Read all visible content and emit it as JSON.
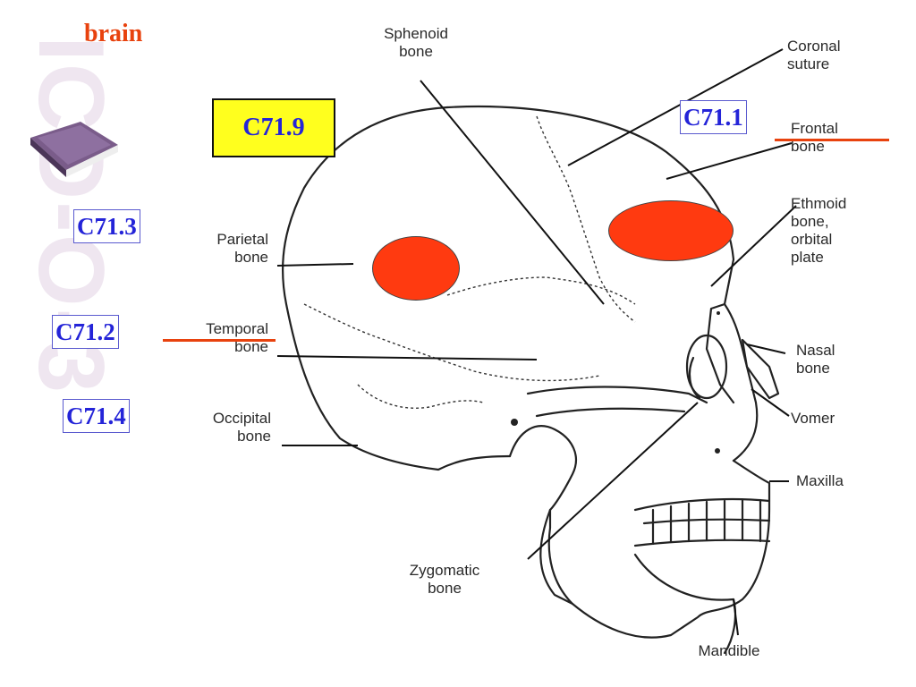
{
  "watermark": "ICD-O-3",
  "title": "brain",
  "codes": {
    "main": "C71.9",
    "frontal": "C71.1",
    "parietal": "C71.3",
    "temporal": "C71.2",
    "occipital": "C71.4"
  },
  "labels": {
    "sphenoid": [
      "Sphenoid",
      "bone"
    ],
    "coronal": [
      "Coronal",
      "suture"
    ],
    "frontal": [
      "Frontal",
      "bone"
    ],
    "ethmoid": [
      "Ethmoid",
      "bone,",
      "orbital",
      "plate"
    ],
    "parietal": [
      "Parietal",
      "bone"
    ],
    "temporal": [
      "Temporal",
      "bone"
    ],
    "occipital": [
      "Occipital",
      "bone"
    ],
    "nasal": [
      "Nasal",
      "bone"
    ],
    "vomer": "Vomer",
    "maxilla": "Maxilla",
    "zygomatic": [
      "Zygomatic",
      "bone"
    ],
    "mandible": "Mandible"
  },
  "colors": {
    "title": "#e8420e",
    "code_text": "#2424d8",
    "highlight_box": "#ffff1e",
    "tumor_marker": "#ff3a10",
    "underline": "#e8420e"
  }
}
